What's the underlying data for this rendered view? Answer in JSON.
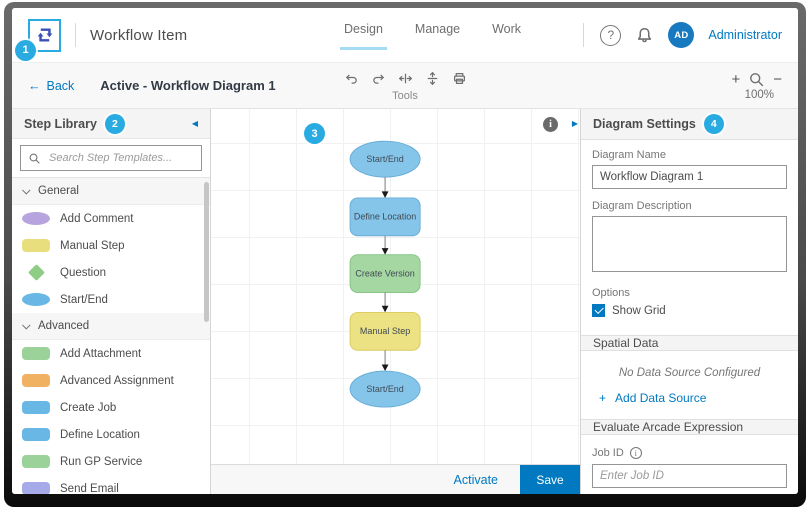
{
  "callouts": {
    "c1": "1",
    "c2": "2",
    "c3": "3",
    "c4": "4"
  },
  "header": {
    "title": "Workflow Item",
    "tabs": [
      {
        "label": "Design",
        "active": true
      },
      {
        "label": "Manage",
        "active": false
      },
      {
        "label": "Work",
        "active": false
      }
    ],
    "help_glyph": "?",
    "user_initials": "AD",
    "user_name": "Administrator"
  },
  "toolbar": {
    "back_arrow": "←",
    "back_label": "Back",
    "breadcrumb": "Active - Workflow Diagram 1",
    "tools_label": "Tools",
    "tool_icons": [
      "undo",
      "redo",
      "distribute-horizontal",
      "distribute-vertical",
      "print"
    ],
    "zoom_in_glyph": "+",
    "zoom_out_glyph": "−",
    "zoom_level": "100%"
  },
  "step_library": {
    "title": "Step Library",
    "collapse_glyph": "◀",
    "search_placeholder": "Search Step Templates...",
    "sections": [
      {
        "label": "General",
        "items": [
          {
            "label": "Add Comment",
            "shape": "ellipse",
            "color": "#B7A4DE"
          },
          {
            "label": "Manual Step",
            "shape": "rect",
            "color": "#E9DE7E"
          },
          {
            "label": "Question",
            "shape": "diamond",
            "color": "#8FCC86"
          },
          {
            "label": "Start/End",
            "shape": "ellipse",
            "color": "#68B7E4"
          }
        ]
      },
      {
        "label": "Advanced",
        "items": [
          {
            "label": "Add Attachment",
            "shape": "rect",
            "color": "#9AD29A"
          },
          {
            "label": "Advanced Assignment",
            "shape": "rect",
            "color": "#F0B262"
          },
          {
            "label": "Create Job",
            "shape": "rect",
            "color": "#68B7E4"
          },
          {
            "label": "Define Location",
            "shape": "rect",
            "color": "#68B7E4"
          },
          {
            "label": "Run GP Service",
            "shape": "rect",
            "color": "#9AD29A"
          },
          {
            "label": "Send Email",
            "shape": "rect",
            "color": "#A6AAE8"
          }
        ]
      }
    ]
  },
  "canvas": {
    "info_glyph": "i",
    "expand_glyph": "▶",
    "nodes": [
      {
        "label": "Start/End",
        "shape": "ellipse",
        "fill": "#86C5EA",
        "stroke": "#68ACD6"
      },
      {
        "label": "Define Location",
        "shape": "rect",
        "fill": "#86C5EA",
        "stroke": "#68ACD6"
      },
      {
        "label": "Create Version",
        "shape": "rect",
        "fill": "#A5D7A2",
        "stroke": "#83C383"
      },
      {
        "label": "Manual Step",
        "shape": "rect",
        "fill": "#EDE283",
        "stroke": "#D9CB5E"
      },
      {
        "label": "Start/End",
        "shape": "ellipse",
        "fill": "#86C5EA",
        "stroke": "#68ACD6"
      }
    ],
    "activate_label": "Activate",
    "save_label": "Save"
  },
  "settings": {
    "title": "Diagram Settings",
    "diagram_name_label": "Diagram Name",
    "diagram_name_value": "Workflow Diagram 1",
    "diagram_description_label": "Diagram Description",
    "diagram_description_value": "",
    "options_label": "Options",
    "show_grid_label": "Show Grid",
    "show_grid_checked": true,
    "spatial_data_title": "Spatial Data",
    "no_data_source_text": "No Data Source Configured",
    "add_data_source_plus": "+",
    "add_data_source_label": "Add Data Source",
    "arcade_title": "Evaluate Arcade Expression",
    "job_id_label": "Job ID",
    "job_id_info_glyph": "i",
    "job_id_placeholder": "Enter Job ID"
  },
  "colors": {
    "accent_blue": "#0079C1",
    "badge_cyan": "#29ABE2",
    "avatar_blue": "#1779C0",
    "logo_blue": "#3D4FB5",
    "logo_border": "#29ABE2",
    "active_tab_underline": "#A5DBF3"
  }
}
